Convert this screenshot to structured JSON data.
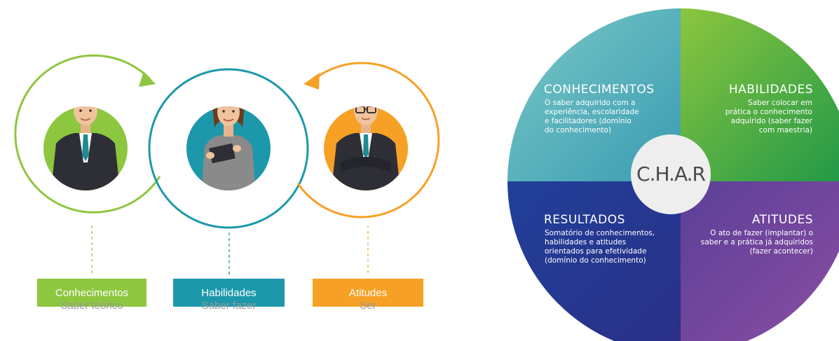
{
  "left_diagram": {
    "items": [
      {
        "label": "Conhecimentos",
        "sublabel": "Saber teórico",
        "color": "#8dc63f",
        "person": "man-person-icon"
      },
      {
        "label": "Habilidades",
        "sublabel": "Saber fazer",
        "color": "#1d98ab",
        "person": "woman-person-icon"
      },
      {
        "label": "Atitudes",
        "sublabel": "Ser",
        "color": "#f7a026",
        "person": "man-glasses-person-icon"
      }
    ]
  },
  "char_diagram": {
    "center": "C.H.A.R",
    "quadrants": {
      "top_left": {
        "title": "CONHECIMENTOS",
        "lines": [
          "O saber adquirido com a",
          "experiência, escolaridade",
          "e facilitadores (domínio",
          "do conhecimento)"
        ]
      },
      "top_right": {
        "title": "HABILIDADES",
        "lines": [
          "Saber colocar em",
          "prática o conhecimento",
          "adquirido (saber fazer",
          "com maestria)"
        ]
      },
      "bottom_left": {
        "title": "RESULTADOS",
        "lines": [
          "Somatório de conhecimentos,",
          "habilidades e atitudes",
          "orientados para efetividade",
          "(domínio do conhecimento)"
        ]
      },
      "bottom_right": {
        "title": "ATITUDES",
        "lines": [
          "O ato de fazer (implantar) o",
          "saber e a prática já adquiridos",
          "(fazer acontecer)"
        ]
      }
    }
  }
}
